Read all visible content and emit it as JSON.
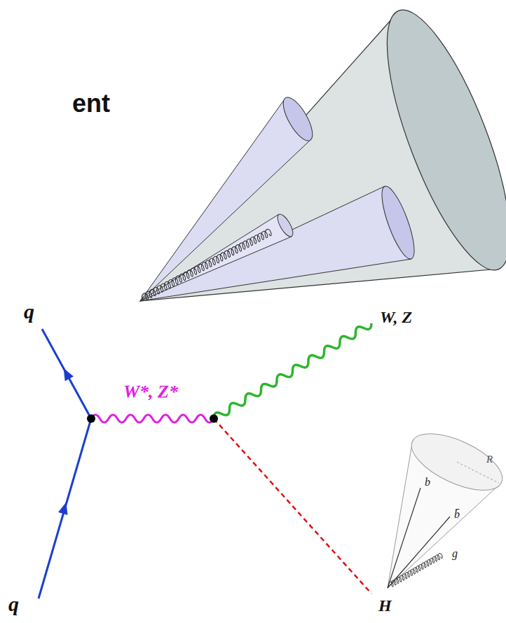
{
  "diagram": {
    "labels": [
      "ent",
      "q",
      "W*, Z*",
      "W, Z",
      "H",
      "q",
      "b",
      "b̄",
      "g",
      "R"
    ]
  }
}
